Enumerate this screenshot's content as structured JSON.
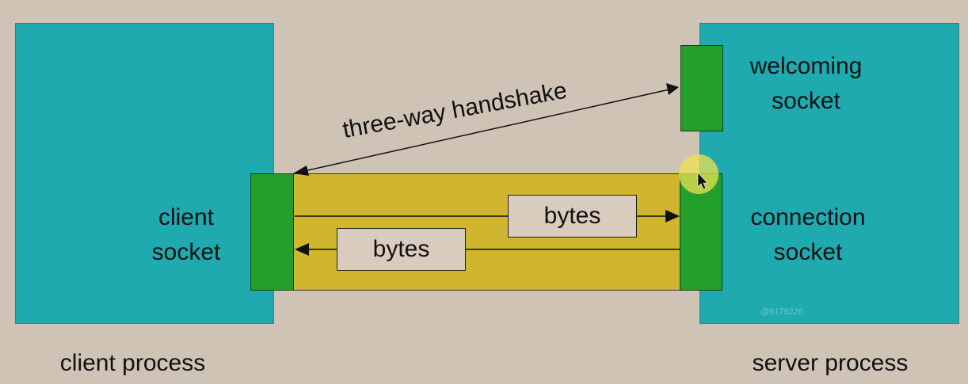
{
  "client": {
    "process_label": "client process",
    "socket_label_line1": "client",
    "socket_label_line2": "socket"
  },
  "server": {
    "process_label": "server process",
    "welcoming_line1": "welcoming",
    "welcoming_line2": "socket",
    "connection_line1": "connection",
    "connection_line2": "socket"
  },
  "handshake_label": "three-way handshake",
  "bytes_to_server": "bytes",
  "bytes_to_client": "bytes",
  "watermark": "@9176226"
}
